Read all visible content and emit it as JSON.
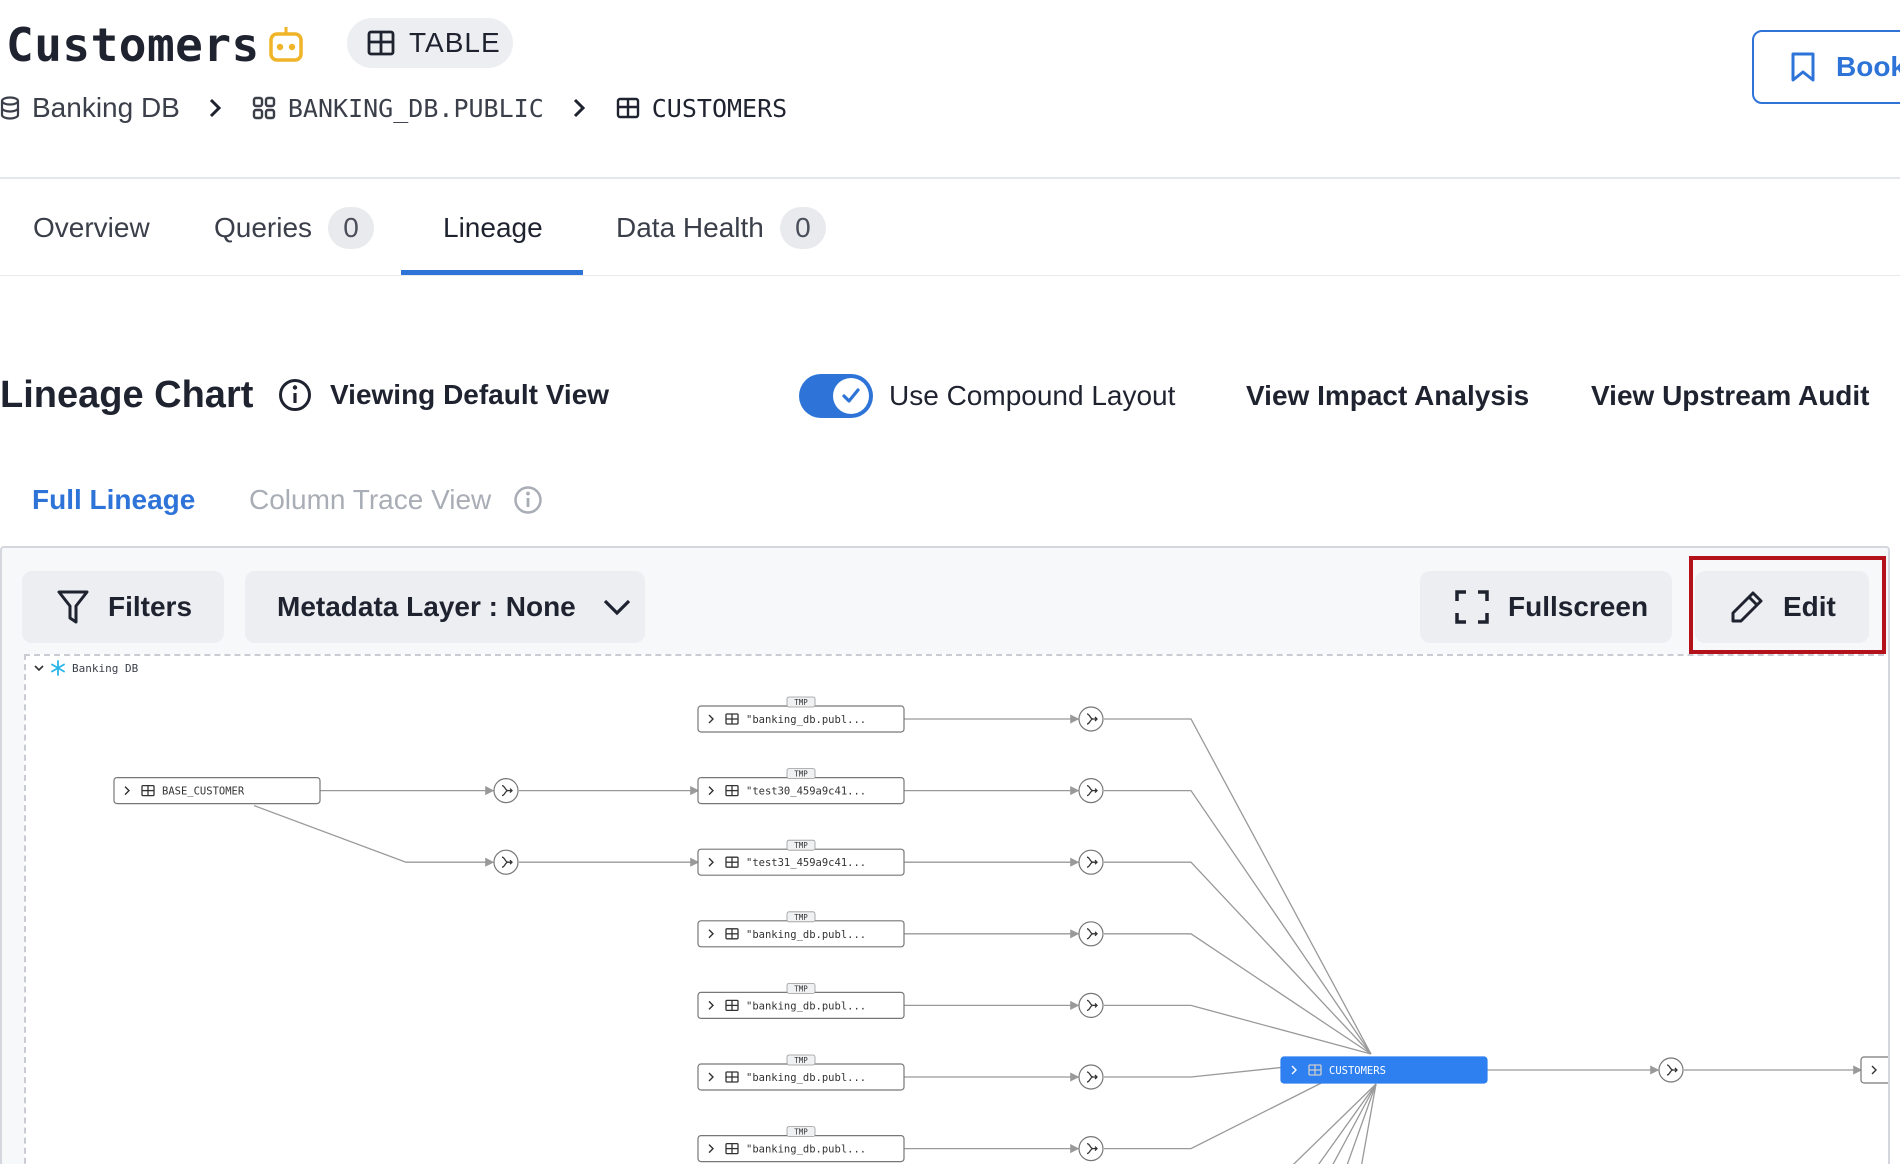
{
  "header": {
    "title": "Customers",
    "type_badge": "TABLE",
    "bookmark_label": "Book"
  },
  "breadcrumb": {
    "database": "Banking DB",
    "schema": "BANKING_DB.PUBLIC",
    "table": "CUSTOMERS"
  },
  "tabs": [
    {
      "label": "Overview"
    },
    {
      "label": "Queries",
      "count": "0"
    },
    {
      "label": "Lineage"
    },
    {
      "label": "Data Health",
      "count": "0"
    }
  ],
  "lineage": {
    "title": "Lineage Chart",
    "view_label": "Viewing Default View",
    "compound_layout_label": "Use Compound Layout",
    "compound_layout_on": true,
    "impact_link": "View Impact Analysis",
    "audit_link": "View Upstream Audit",
    "subtabs": {
      "full": "Full Lineage",
      "column": "Column Trace View"
    },
    "toolbar": {
      "filters": "Filters",
      "metadata_layer": "Metadata Layer : None",
      "fullscreen": "Fullscreen",
      "edit": "Edit"
    },
    "graph": {
      "group_label": "Banking DB",
      "tmp_badge": "TMP",
      "source_node": "BASE_CUSTOMER",
      "target_node": "CUSTOMERS",
      "tmp_nodes": [
        "\"banking_db.publ...",
        "\"test30_459a9c41...",
        "\"test31_459a9c41...",
        "\"banking_db.publ...",
        "\"banking_db.publ...",
        "\"banking_db.publ...",
        "\"banking_db.publ..."
      ]
    }
  },
  "colors": {
    "accent": "#2e74d8",
    "highlight": "#b3121b",
    "robot": "#f0b429"
  }
}
